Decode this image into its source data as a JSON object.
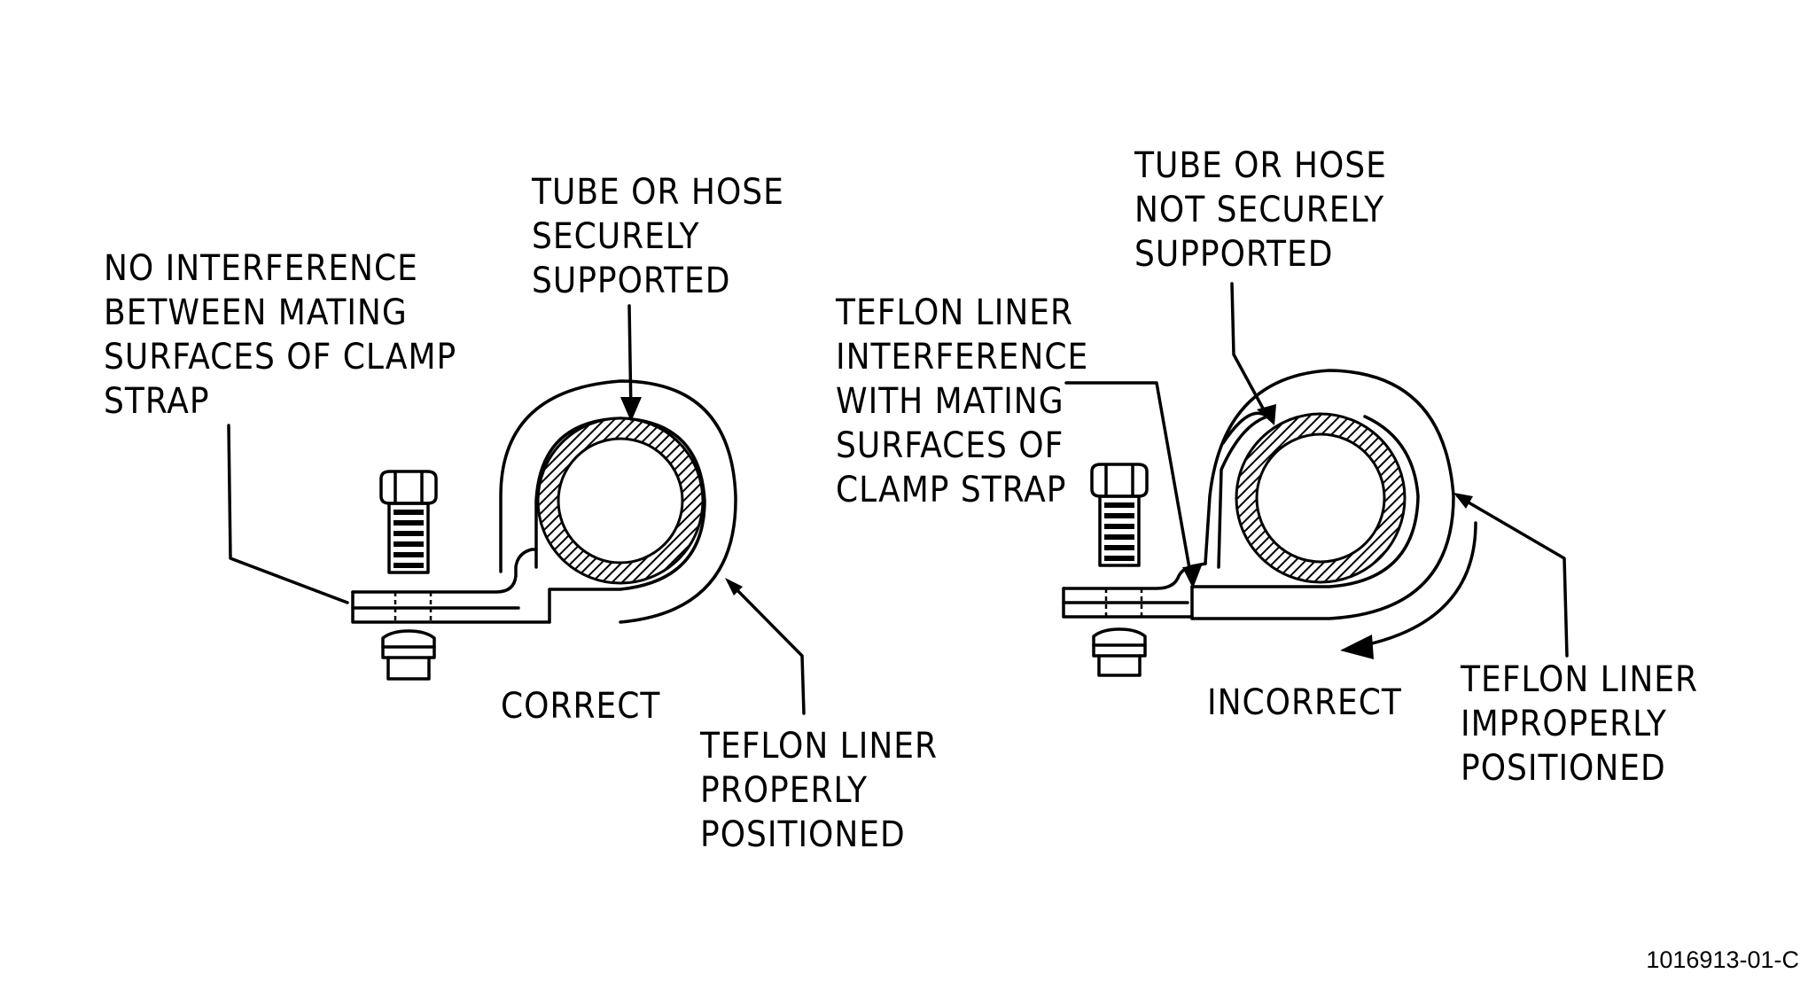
{
  "figure": {
    "correct": {
      "caption": "CORRECT",
      "label_no_interference": [
        "NO INTERFERENCE",
        "BETWEEN MATING",
        "SURFACES OF CLAMP",
        "STRAP"
      ],
      "label_tube_supported": [
        "TUBE OR HOSE",
        "SECURELY",
        "SUPPORTED"
      ],
      "label_liner_positioned": [
        "TEFLON LINER",
        "PROPERLY",
        "POSITIONED"
      ]
    },
    "incorrect": {
      "caption": "INCORRECT",
      "label_tube_not_supported": [
        "TUBE OR HOSE",
        "NOT SECURELY",
        "SUPPORTED"
      ],
      "label_liner_interference": [
        "TEFLON LINER",
        "INTERFERENCE",
        "WITH MATING",
        "SURFACES OF",
        "CLAMP STRAP"
      ],
      "label_liner_improper": [
        "TEFLON LINER",
        "IMPROPERLY",
        "POSITIONED"
      ]
    },
    "figure_code": "1016913-01-C"
  }
}
